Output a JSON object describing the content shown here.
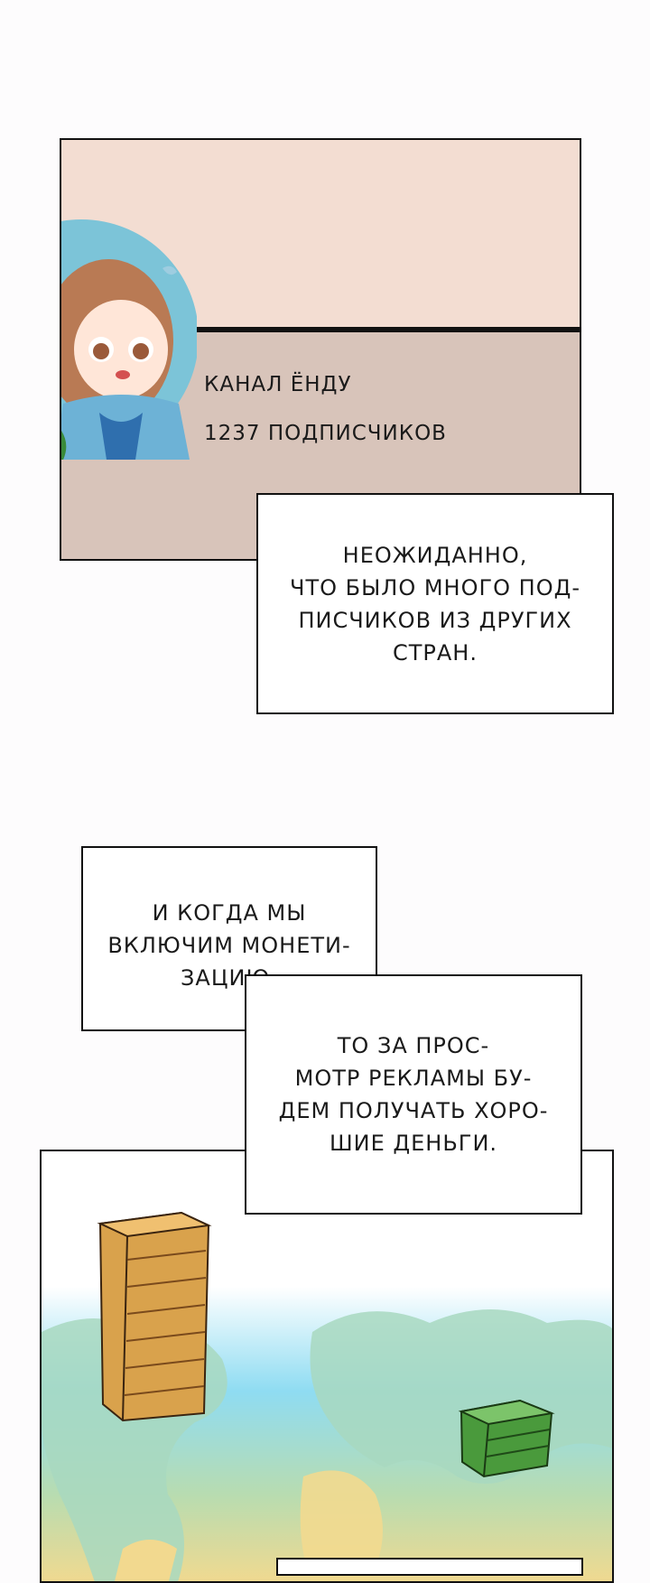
{
  "channel": {
    "name": "Канал Ёнду",
    "subscribers": "1237 подписчиков"
  },
  "captions": {
    "foreign_subscribers": "Неожиданно,\nчто было много под-\nписчиков из других\nстран.",
    "monetization": "И когда мы\nвключим монети-\nзацию,",
    "ad_money": "то за прос-\nмотр рекламы бу-\nдем получать хоро-\nшие деньги."
  },
  "colors": {
    "banner_top": "#f3ddd2",
    "banner_bottom": "#d8c4ba",
    "ocean_top": "#8fdcf2",
    "land": "#f2d98f",
    "money_gold": "#d9a24c",
    "money_green": "#4a9a3c"
  }
}
